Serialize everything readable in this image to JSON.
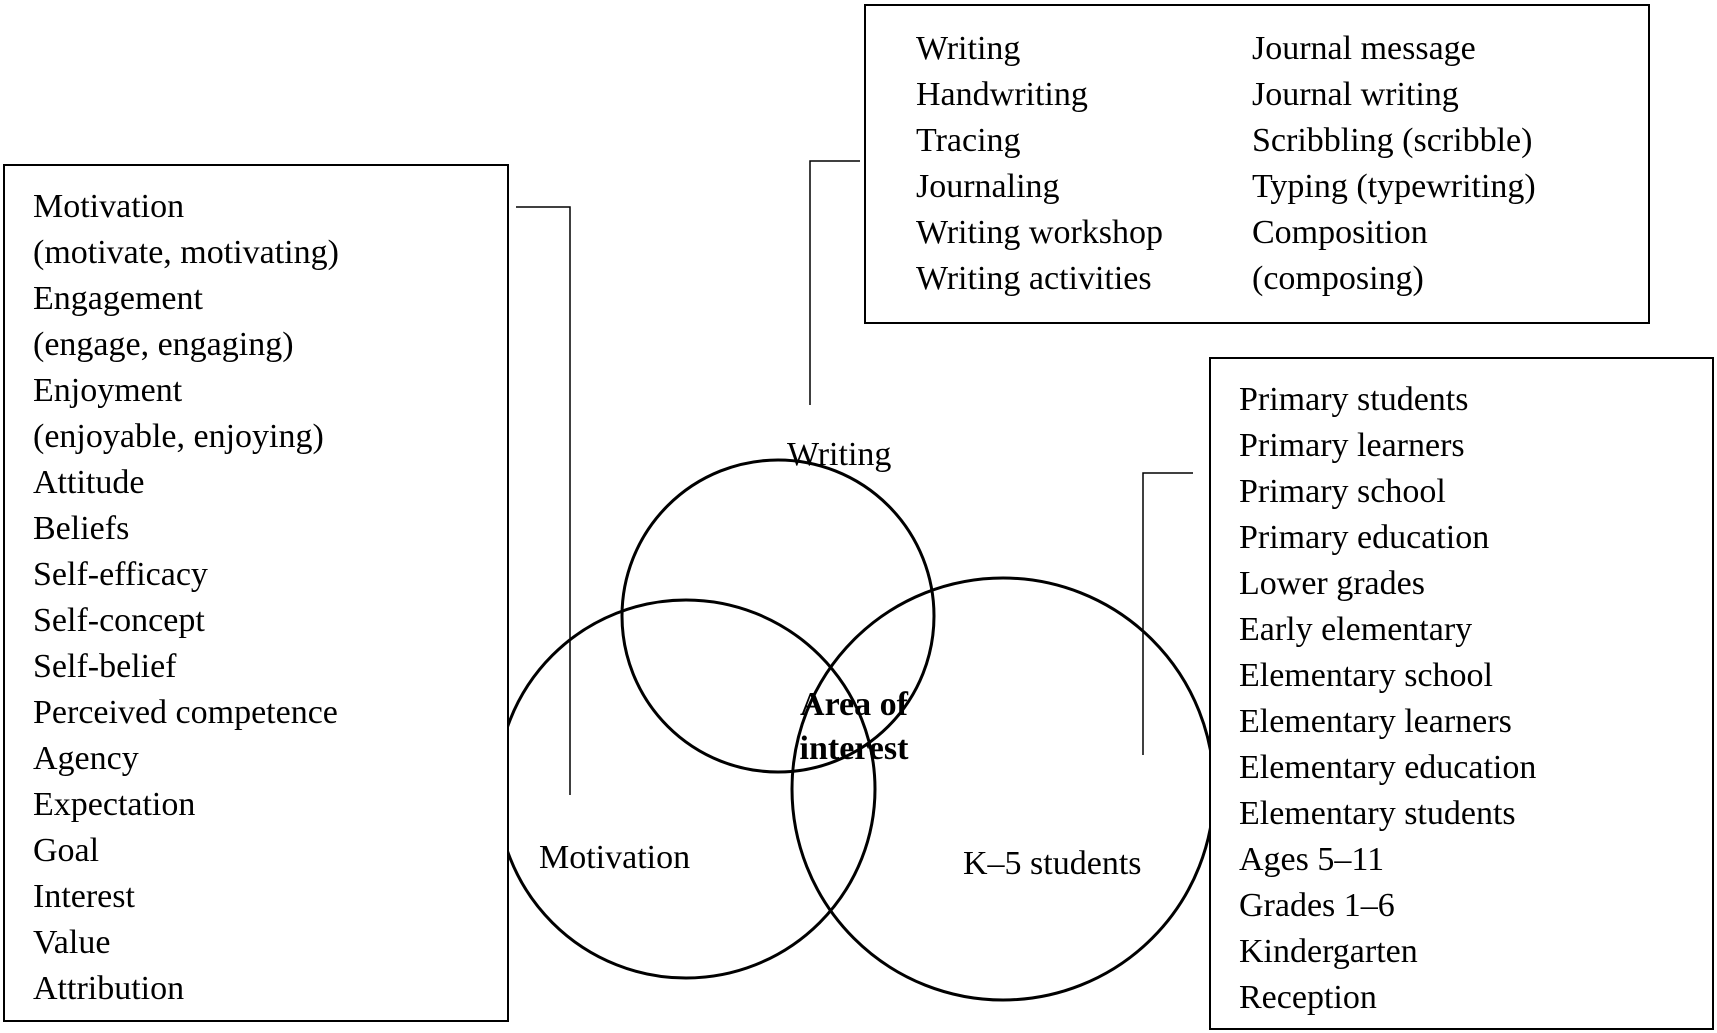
{
  "circles": {
    "writing": "Writing",
    "motivation": "Motivation",
    "k5": "K–5 students",
    "center": "Area of interest"
  },
  "motivation_terms": [
    "Motivation",
    "(motivate, motivating)",
    "Engagement",
    "(engage, engaging)",
    "Enjoyment",
    "(enjoyable, enjoying)",
    "Attitude",
    "Beliefs",
    "Self-efficacy",
    "Self-concept",
    "Self-belief",
    "Perceived competence",
    "Agency",
    "Expectation",
    "Goal",
    "Interest",
    "Value",
    "Attribution"
  ],
  "writing_terms_left": [
    "Writing",
    "Handwriting",
    "Tracing",
    "Journaling",
    "Writing workshop",
    "Writing activities"
  ],
  "writing_terms_right": [
    "Journal message",
    "Journal writing",
    "Scribbling (scribble)",
    "Typing (typewriting)",
    "Composition",
    "(composing)"
  ],
  "k5_terms": [
    "Primary students",
    "Primary learners",
    "Primary school",
    "Primary education",
    "Lower grades",
    "Early elementary",
    "Elementary school",
    "Elementary learners",
    "Elementary education",
    "Elementary students",
    "Ages 5–11",
    "Grades 1–6",
    "Kindergarten",
    "Reception"
  ]
}
